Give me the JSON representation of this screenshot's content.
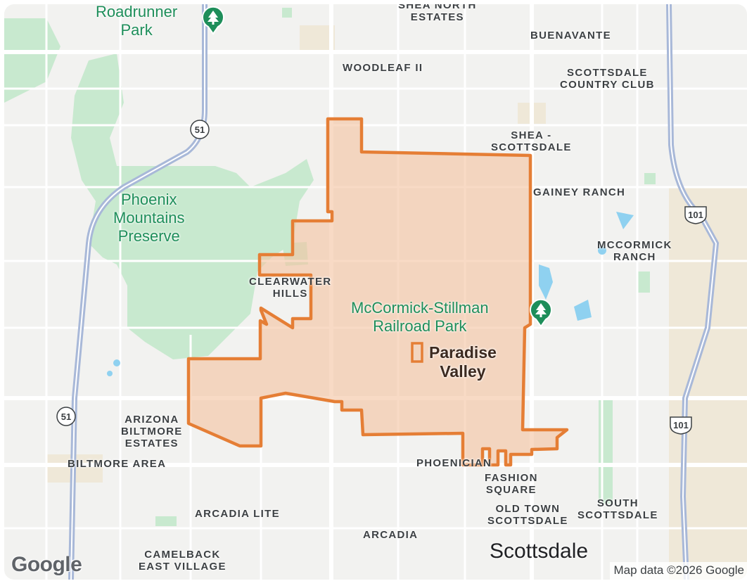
{
  "map": {
    "colors": {
      "background": "#f2f2f0",
      "park": "#c8e9cf",
      "road": "#ffffff",
      "highway": "#a8b8d8",
      "boundary": "#e57e35",
      "boundary_fill": "#f4c4a1",
      "water": "#8fd1f0"
    },
    "neighborhoods": {
      "shea_north_estates": "SHEA NORTH\nESTATES",
      "buenavante": "BUENAVANTE",
      "woodleaf_ii": "WOODLEAF II",
      "scottsdale_country_club": "SCOTTSDALE\nCOUNTRY CLUB",
      "shea_scottsdale": "SHEA -\nSCOTTSDALE",
      "gainey_ranch": "GAINEY RANCH",
      "mccormick_ranch": "MCCORMICK\nRANCH",
      "clearwater_hills": "CLEARWATER\nHILLS",
      "arizona_biltmore_estates": "ARIZONA\nBILTMORE\nESTATES",
      "biltmore_area": "BILTMORE AREA",
      "phoenician": "PHOENICIAN",
      "fashion_square": "FASHION\nSQUARE",
      "old_town_scottsdale": "OLD TOWN\nSCOTTSDALE",
      "south_scottsdale": "SOUTH\nSCOTTSDALE",
      "arcadia_lite": "ARCADIA LITE",
      "arcadia": "ARCADIA",
      "camelback_east_village": "CAMELBACK\nEAST VILLAGE"
    },
    "parks": {
      "roadrunner": "Roadrunner\nPark",
      "phoenix_mountains": "Phoenix\nMountains\nPreserve",
      "mccormick_stillman": "McCormick-Stillman\nRailroad Park"
    },
    "cities": {
      "paradise_valley": "Paradise\nValley",
      "scottsdale": "Scottsdale"
    },
    "route_shields": {
      "sr51_north": "51",
      "sr51_south": "51",
      "loop101_north": "101",
      "loop101_south": "101"
    },
    "icons": [
      "tree-pin-icon",
      "route-shield-icon"
    ],
    "logo": "Google",
    "attribution": "Map data ©2026 Google"
  }
}
